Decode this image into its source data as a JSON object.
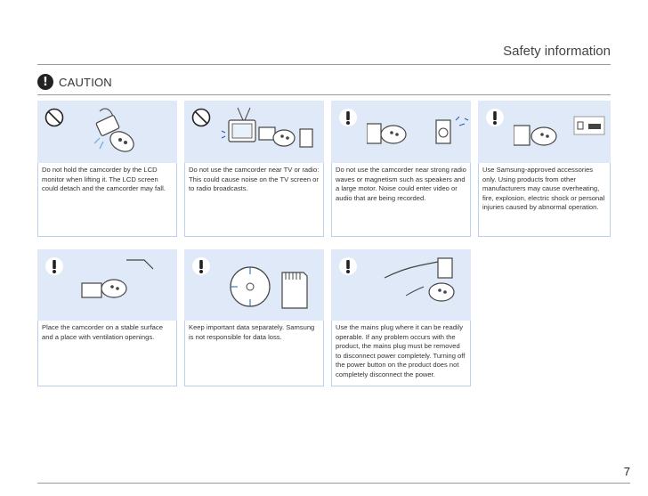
{
  "header": {
    "title": "Safety information"
  },
  "section": {
    "label": "CAUTION"
  },
  "cards": [
    {
      "symbol": "prohibited",
      "text": "Do not hold the camcorder by the LCD monitor when lifting it. The LCD screen could detach and the camcorder may fall."
    },
    {
      "symbol": "prohibited",
      "text": "Do not use the camcorder near TV or radio: This could cause noise on the TV screen or to radio broadcasts."
    },
    {
      "symbol": "mandatory",
      "text": "Do not use the camcorder near strong radio waves or magnetism such as speakers and a large motor. Noise could enter video or audio that are being recorded."
    },
    {
      "symbol": "mandatory",
      "text": "Use Samsung-approved accessories only. Using products from other manufacturers may cause overheating, fire, explosion, electric shock or personal injuries caused by abnormal operation."
    },
    {
      "symbol": "mandatory",
      "text": "Place the camcorder on a stable surface and a place with ventilation openings."
    },
    {
      "symbol": "mandatory",
      "text": "Keep important data separately. Samsung is not responsible for data loss."
    },
    {
      "symbol": "mandatory",
      "text": "Use the mains plug where it can be readily operable. If any problem occurs with the product, the mains plug must be removed to disconnect power completely. Turning off the power button on the product does not completely disconnect the power."
    }
  ],
  "footer": {
    "page_number": "7"
  },
  "colors": {
    "panel_bg": "#dfe9f7",
    "panel_border": "#bcd0ec",
    "accent": "#1e5fb4"
  }
}
